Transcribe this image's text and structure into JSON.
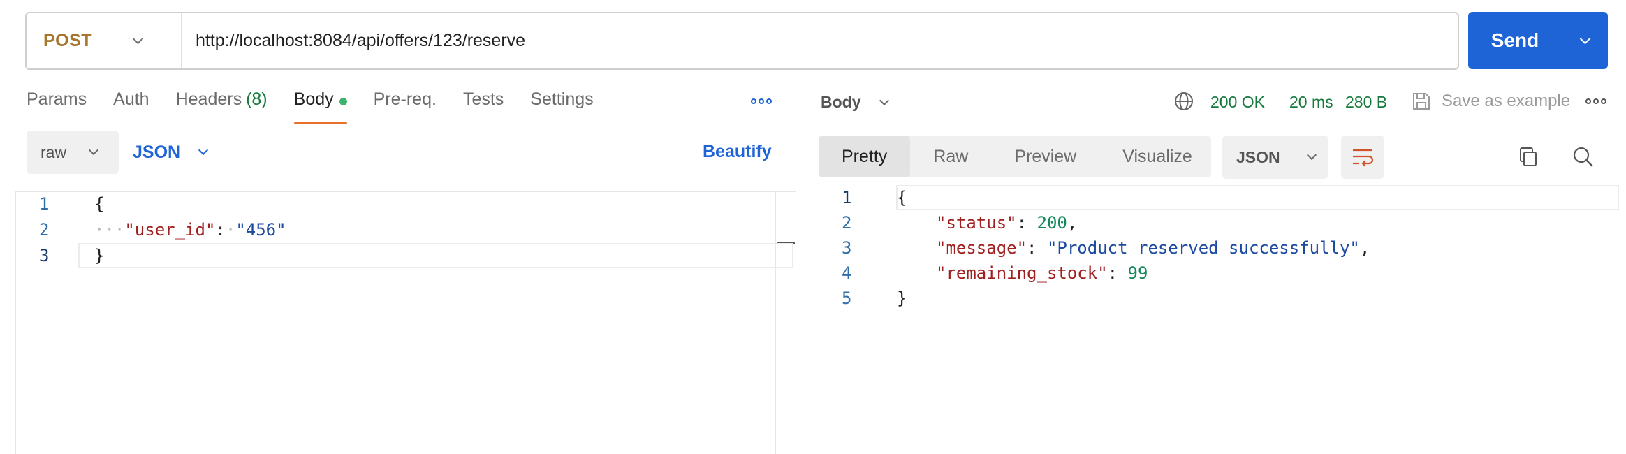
{
  "request": {
    "method": "POST",
    "url": "http://localhost:8084/api/offers/123/reserve",
    "send_label": "Send"
  },
  "request_tabs": [
    {
      "label": "Params"
    },
    {
      "label": "Auth"
    },
    {
      "label": "Headers",
      "count": "(8)"
    },
    {
      "label": "Body",
      "active": true
    },
    {
      "label": "Pre-req."
    },
    {
      "label": "Tests"
    },
    {
      "label": "Settings"
    }
  ],
  "body_options": {
    "mode": "raw",
    "language": "JSON",
    "beautify_label": "Beautify"
  },
  "request_body": {
    "line_numbers": [
      "1",
      "2",
      "3"
    ],
    "open": "{",
    "key": "\"user_id\"",
    "colon": ":",
    "value": "\"456\"",
    "close": "}"
  },
  "response": {
    "section_label": "Body",
    "status": "200 OK",
    "time": "20 ms",
    "size": "280 B",
    "save_example_label": "Save as example",
    "view_tabs": [
      "Pretty",
      "Raw",
      "Preview",
      "Visualize"
    ],
    "format": "JSON",
    "line_numbers": [
      "1",
      "2",
      "3",
      "4",
      "5"
    ],
    "open": "{",
    "close": "}",
    "fields": [
      {
        "key": "\"status\"",
        "value": "200",
        "type": "num",
        "trail": ","
      },
      {
        "key": "\"message\"",
        "value": "\"Product reserved successfully\"",
        "type": "str",
        "trail": ","
      },
      {
        "key": "\"remaining_stock\"",
        "value": "99",
        "type": "num",
        "trail": ""
      }
    ]
  },
  "icons": {
    "method_dropdown": "chevron-down-icon",
    "send_dropdown": "chevron-down-icon",
    "more": "more-options-icon",
    "globe": "globe-icon",
    "save": "save-icon",
    "wrap": "wrap-lines-icon",
    "copy": "copy-icon",
    "search": "search-icon"
  },
  "colors": {
    "accent": "#1f64d6",
    "method": "#a5762b",
    "status_ok": "#157a3c",
    "active_tab_underline": "#e8702a"
  }
}
